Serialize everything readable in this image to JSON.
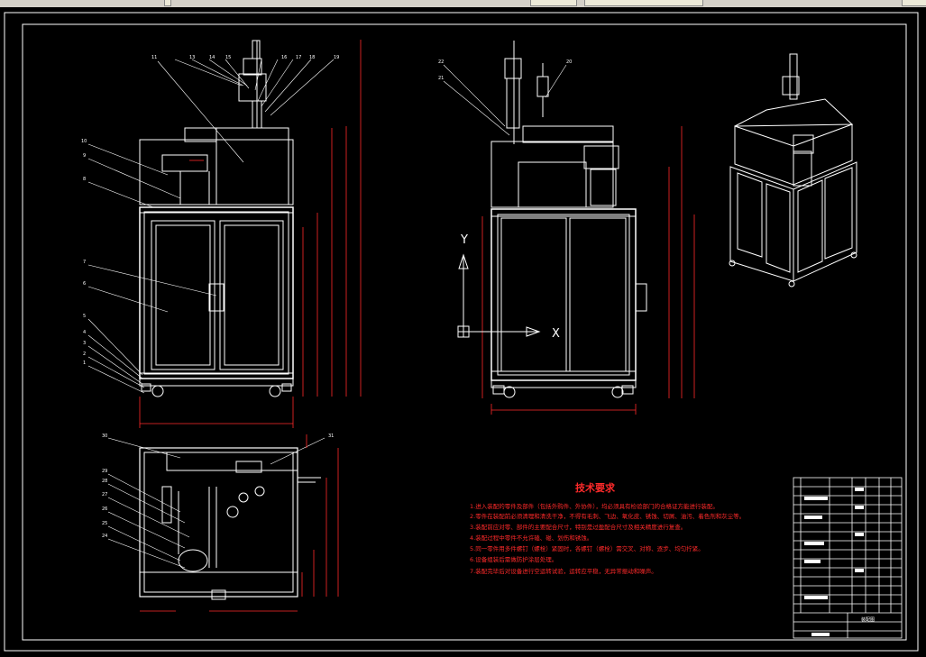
{
  "window": {
    "titlebar_color": "#d4d0c8"
  },
  "colors": {
    "background": "#000000",
    "lines": "#ffffff",
    "dimensions": "#ff2a2a",
    "text_red": "#ff2a2a"
  },
  "axis_labels": {
    "y": "Y",
    "x": "X"
  },
  "tech_requirements": {
    "title": "技术要求",
    "items": [
      "1.进入装配的零件及部件（包括外购件、外协件），均必须具有检验部门的合格证方能进行装配。",
      "2.零件在装配前必须清理和清洗干净，不得有毛刺、飞边、氧化皮、锈蚀、切屑、油污、着色剂和灰尘等。",
      "3.装配前应对零、部件的主要配合尺寸，特别是过盈配合尺寸及相关精度进行复查。",
      "4.装配过程中零件不允许磕、碰、划伤和锈蚀。",
      "5.同一零件用多件螺钉（螺栓）紧固时，各螺钉（螺栓）需交叉、对称、逐步、均匀拧紧。",
      "6.设备组装后需做防护涂层处理。",
      "7.装配完毕后对设备进行空运转试验，运转应平稳，无异常振动和噪声。"
    ]
  },
  "callouts": {
    "front_view": [
      "11",
      "13",
      "14",
      "15",
      "16",
      "17",
      "18",
      "19",
      "10",
      "9",
      "8",
      "7",
      "6",
      "5",
      "4",
      "3",
      "2",
      "1"
    ],
    "side_view": [
      "22",
      "21",
      "20"
    ],
    "bottom_view": [
      "30",
      "31",
      "29",
      "28",
      "27",
      "26",
      "25",
      "24"
    ]
  },
  "title_block": {
    "label": "装配图"
  }
}
